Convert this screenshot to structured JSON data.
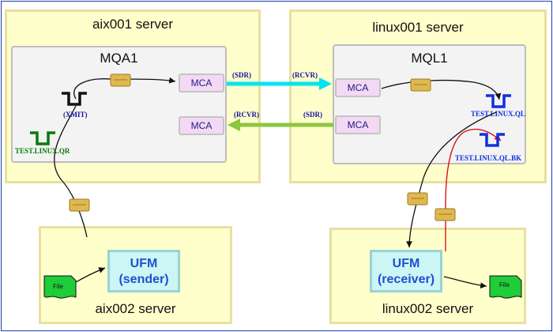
{
  "servers": {
    "aix001": "aix001 server",
    "linux001": "linux001 server",
    "aix002": "aix002 server",
    "linux002": "linux002 server"
  },
  "queue_managers": {
    "left": "MQA1",
    "right": "MQL1"
  },
  "mca_label": "MCA",
  "channels": {
    "sdr_top_left": "(SDR)",
    "rcvr_top_right": "(RCVR)",
    "rcvr_bottom_left": "(RCVR)",
    "sdr_bottom_right": "(SDR)"
  },
  "queues": {
    "xmit": "(XMIT)",
    "remote": "TEST.LINUX.QR",
    "local": "TEST.LINUX.QL",
    "backup": "TEST.LINUX.QL.BK"
  },
  "ufm": {
    "sender_name": "UFM",
    "sender_role": "(sender)",
    "receiver_name": "UFM",
    "receiver_role": "(receiver)"
  },
  "file_label": "File",
  "colors": {
    "server_fill": "#ffffcc",
    "qmgr_fill": "#f3f3f3",
    "mca_fill": "#f3d9f3",
    "ufm_fill": "#ccf5f5",
    "sdr_arrow": "#00e5f0",
    "rcvr_arrow": "#8cc63e",
    "backout_path": "#e00000",
    "local_queue": "#1030e0",
    "remote_queue": "#0a7a0a"
  }
}
